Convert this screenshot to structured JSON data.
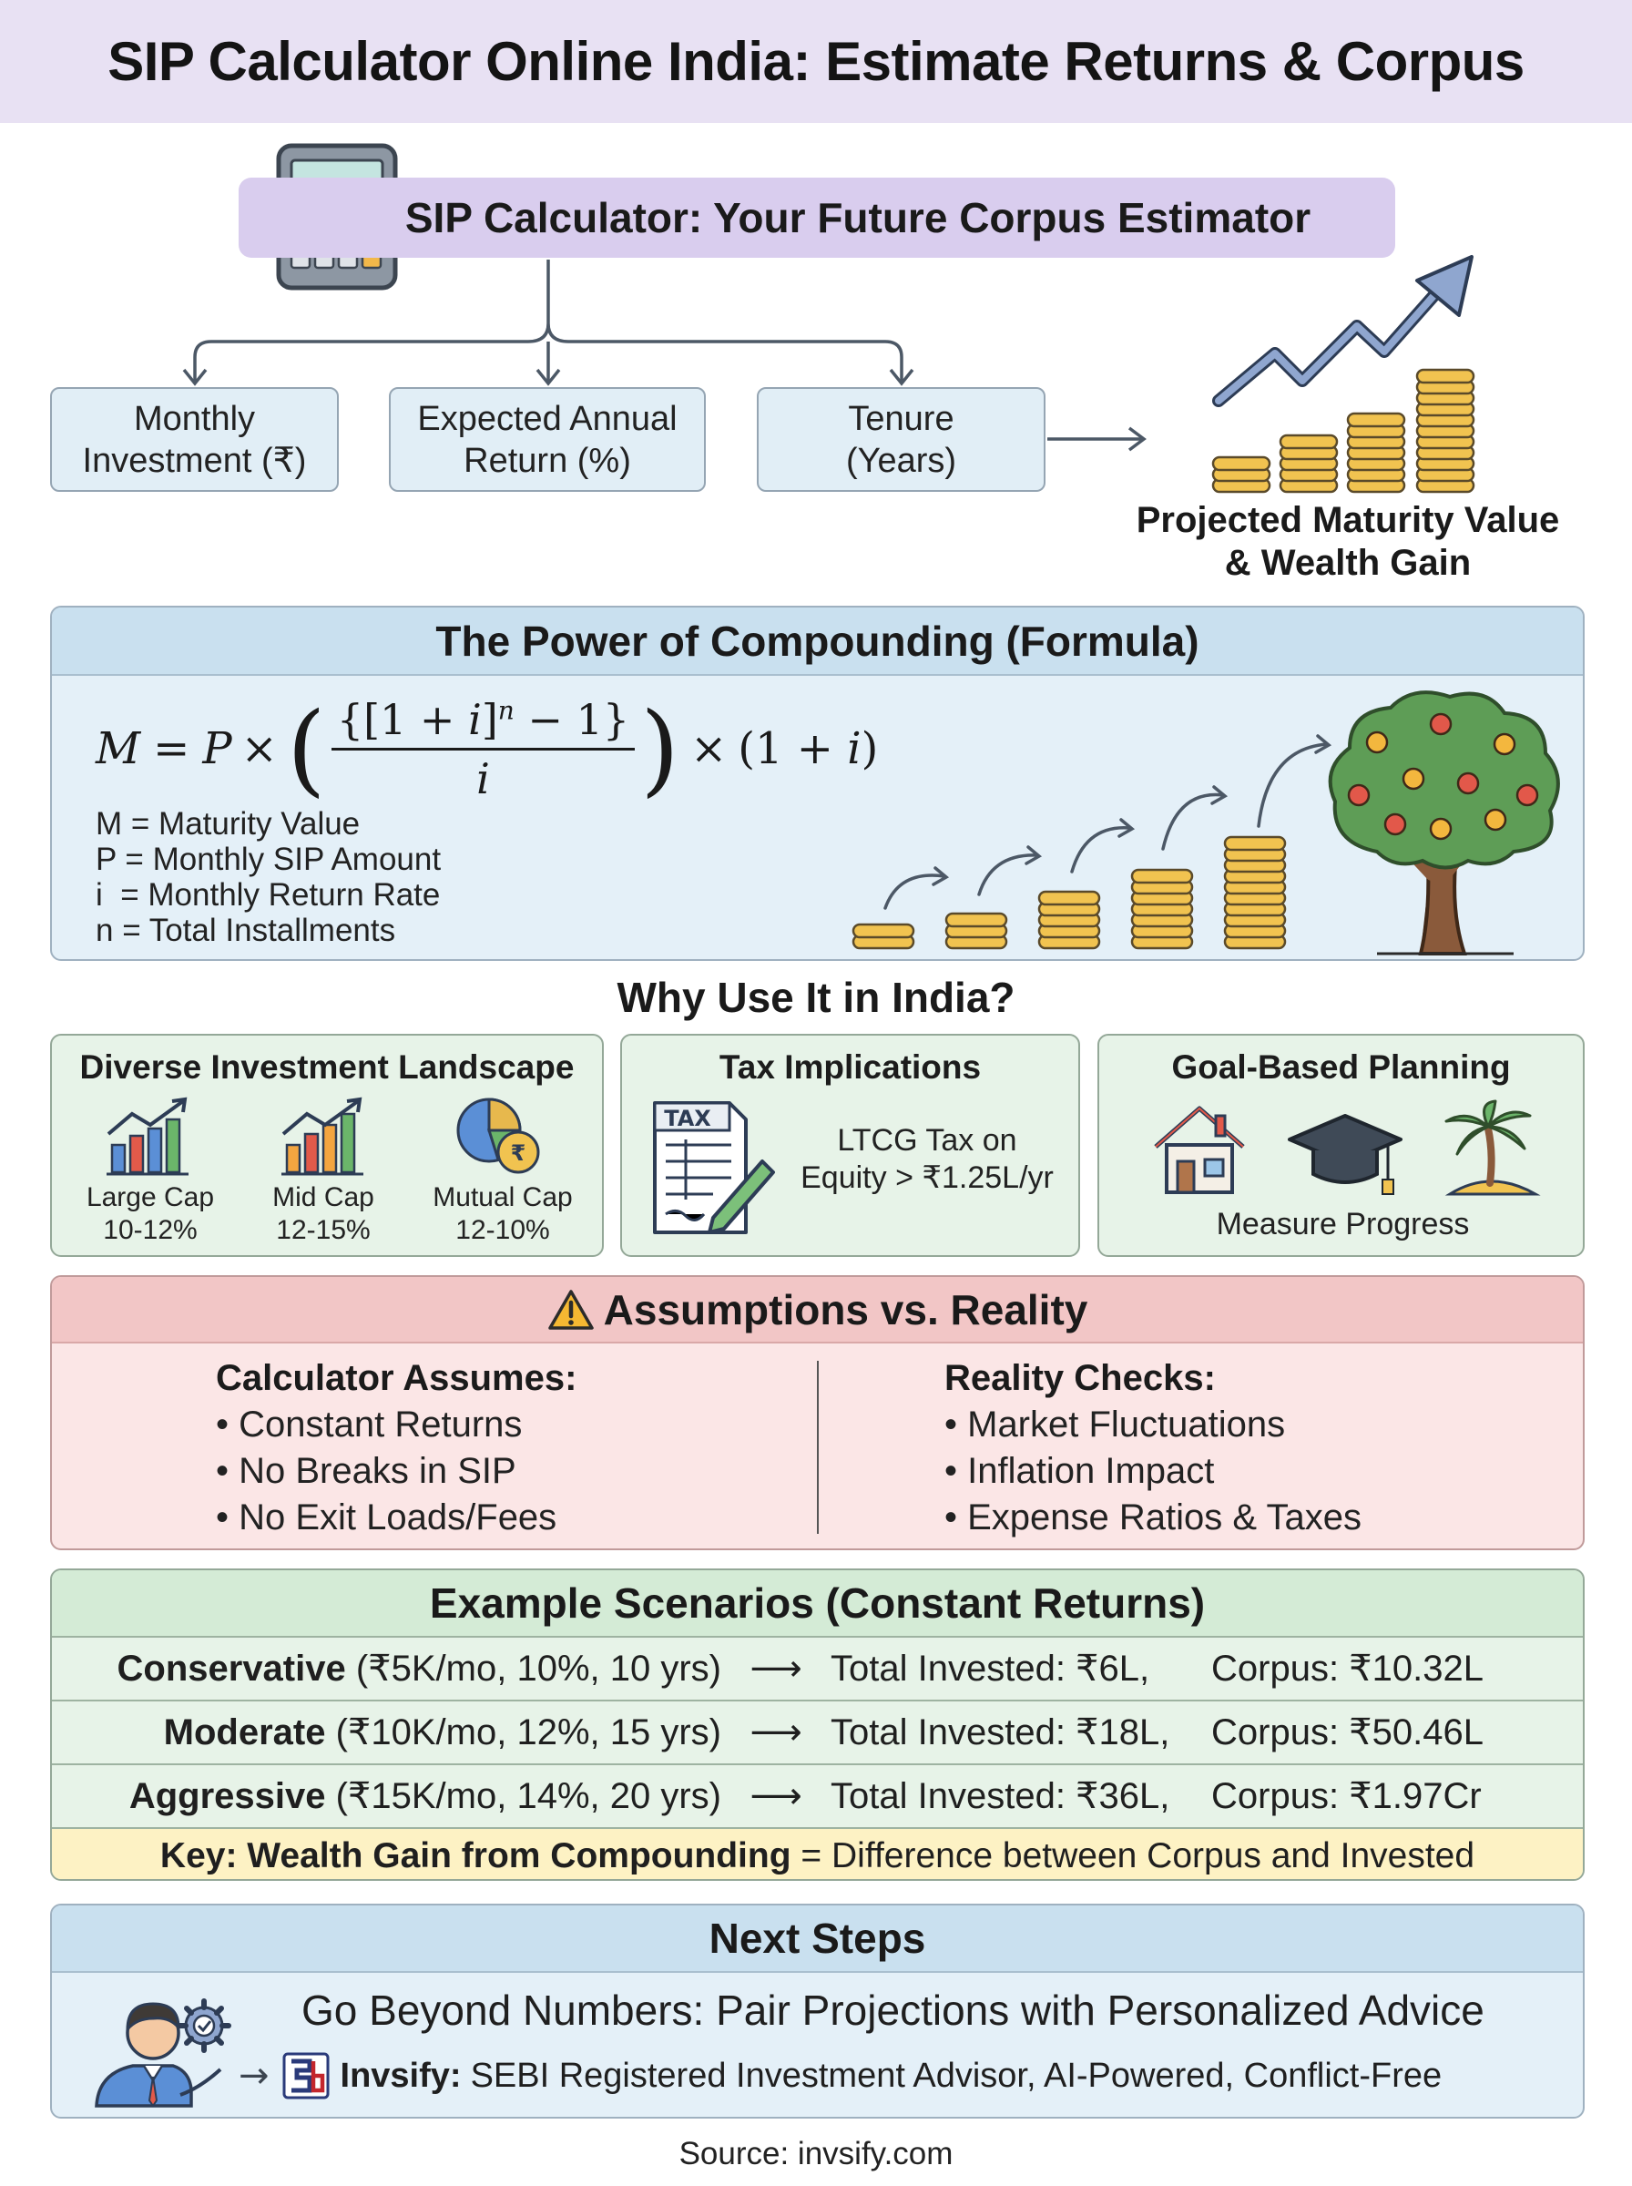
{
  "title": "SIP Calculator Online India: Estimate Returns & Corpus",
  "estimator": {
    "heading": "SIP Calculator: Your Future Corpus Estimator",
    "inputs": [
      {
        "line1": "Monthly",
        "line2": "Investment (₹)"
      },
      {
        "line1": "Expected Annual",
        "line2": "Return (%)"
      },
      {
        "line1": "Tenure",
        "line2": "(Years)"
      }
    ],
    "output_line1": "Projected Maturity Value",
    "output_line2": "& Wealth Gain"
  },
  "formula": {
    "heading": "The Power of Compounding (Formula)",
    "legend": [
      "M = Maturity Value",
      "P = Monthly SIP Amount",
      "i  = Monthly Return Rate",
      "n = Total Installments"
    ]
  },
  "why": {
    "heading": "Why Use It in India?",
    "landscape": {
      "title": "Diverse Investment Landscape",
      "items": [
        {
          "name": "Large Cap",
          "range": "10-12%"
        },
        {
          "name": "Mid Cap",
          "range": "12-15%"
        },
        {
          "name": "Mutual Cap",
          "range": "12-10%"
        }
      ]
    },
    "tax": {
      "title": "Tax Implications",
      "doc_label": "TAX",
      "line1": "LTCG Tax on",
      "line2": "Equity > ₹1.25L/yr"
    },
    "goal": {
      "title": "Goal-Based Planning",
      "caption": "Measure Progress"
    }
  },
  "assumptions": {
    "heading": "Assumptions vs. Reality",
    "left_title": "Calculator Assumes:",
    "left_items": [
      "• Constant Returns",
      "• No Breaks in SIP",
      "• No Exit Loads/Fees"
    ],
    "right_title": "Reality Checks:",
    "right_items": [
      "• Market Fluctuations",
      "• Inflation Impact",
      "• Expense Ratios & Taxes"
    ]
  },
  "scenarios": {
    "heading": "Example Scenarios (Constant Returns)",
    "rows": [
      {
        "name": "Conservative",
        "params": "(₹5K/mo, 10%, 10 yrs)",
        "arrow": "⟶",
        "invested": "Total Invested: ₹6L,",
        "corpus": "Corpus: ₹10.32L"
      },
      {
        "name": "Moderate",
        "params": "(₹10K/mo, 12%, 15 yrs)",
        "arrow": "⟶",
        "invested": "Total Invested: ₹18L,",
        "corpus": "Corpus: ₹50.46L"
      },
      {
        "name": "Aggressive",
        "params": "(₹15K/mo, 14%, 20 yrs)",
        "arrow": "⟶",
        "invested": "Total Invested: ₹36L,",
        "corpus": "Corpus: ₹1.97Cr"
      }
    ],
    "key_bold": "Key: Wealth Gain from Compounding",
    "key_rest": "= Difference between Corpus and Invested"
  },
  "next": {
    "heading": "Next Steps",
    "line1": "Go Beyond Numbers: Pair Projections with Personalized Advice",
    "arrow": "→",
    "brand": "Invsify:",
    "line2": "SEBI Registered Investment Advisor, AI-Powered, Conflict-Free"
  },
  "source": "Source: invsify.com",
  "colors": {
    "title_bg": "#e8e1f3",
    "lavender": "#d9cdee",
    "blue_panel": "#e4f0f8",
    "blue_header": "#c9e0ef",
    "green_card": "#e7f3e8",
    "green_header": "#d4ebd6",
    "red_panel": "#fbe6e6",
    "red_header": "#f2c6c6",
    "key_yellow": "#fdf2c4",
    "coin": "#f1c350"
  }
}
